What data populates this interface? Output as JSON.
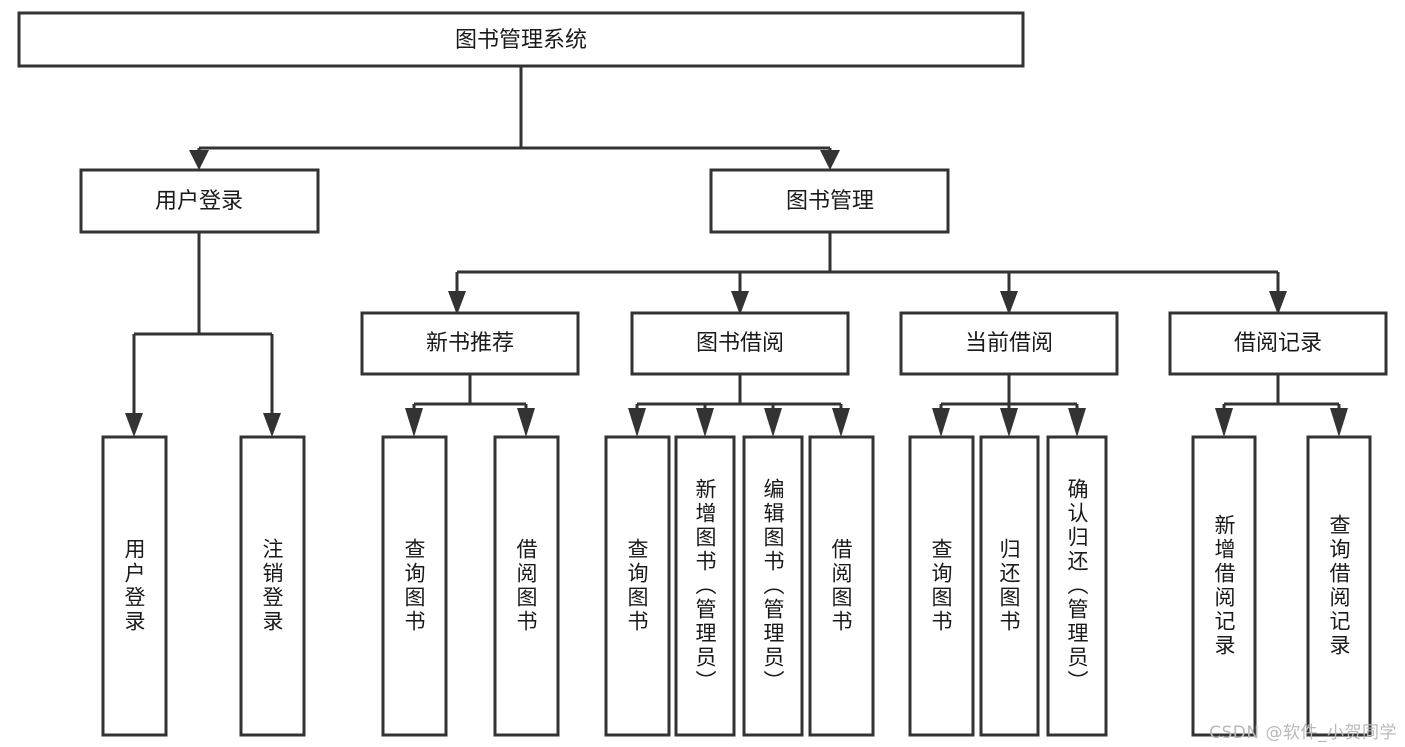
{
  "diagram": {
    "type": "hierarchy-tree",
    "title_node": {
      "label": "图书管理系统"
    },
    "level2": [
      {
        "id": "user-login",
        "label": "用户登录"
      },
      {
        "id": "book-management",
        "label": "图书管理"
      }
    ],
    "level3": [
      {
        "id": "new-book-recommend",
        "label": "新书推荐",
        "parent": "book-management"
      },
      {
        "id": "book-borrow",
        "label": "图书借阅",
        "parent": "book-management"
      },
      {
        "id": "current-borrow",
        "label": "当前借阅",
        "parent": "book-management"
      },
      {
        "id": "borrow-record",
        "label": "借阅记录",
        "parent": "book-management"
      }
    ],
    "leaves": [
      {
        "id": "leaf-user-login",
        "label": "用户登录",
        "parent": "user-login"
      },
      {
        "id": "leaf-logout-login",
        "label": "注销登录",
        "parent": "user-login"
      },
      {
        "id": "leaf-query-book-1",
        "label": "查询图书",
        "parent": "new-book-recommend"
      },
      {
        "id": "leaf-borrow-book-1",
        "label": "借阅图书",
        "parent": "new-book-recommend"
      },
      {
        "id": "leaf-query-book-2",
        "label": "查询图书",
        "parent": "book-borrow"
      },
      {
        "id": "leaf-add-book",
        "label": "新增图书（管理员）",
        "parent": "book-borrow"
      },
      {
        "id": "leaf-edit-book",
        "label": "编辑图书（管理员）",
        "parent": "book-borrow"
      },
      {
        "id": "leaf-borrow-book-2",
        "label": "借阅图书",
        "parent": "book-borrow"
      },
      {
        "id": "leaf-query-book-3",
        "label": "查询图书",
        "parent": "current-borrow"
      },
      {
        "id": "leaf-return-book",
        "label": "归还图书",
        "parent": "current-borrow"
      },
      {
        "id": "leaf-confirm-return",
        "label": "确认归还（管理员）",
        "parent": "current-borrow"
      },
      {
        "id": "leaf-add-record",
        "label": "新增借阅记录",
        "parent": "borrow-record"
      },
      {
        "id": "leaf-query-record",
        "label": "查询借阅记录",
        "parent": "borrow-record"
      }
    ],
    "colors": {
      "stroke": "#333333",
      "fill": "#ffffff",
      "text": "#1a1a1a",
      "watermark": "#b9b9b9"
    }
  },
  "watermark": {
    "text": "CSDN @软件_小贺同学"
  }
}
